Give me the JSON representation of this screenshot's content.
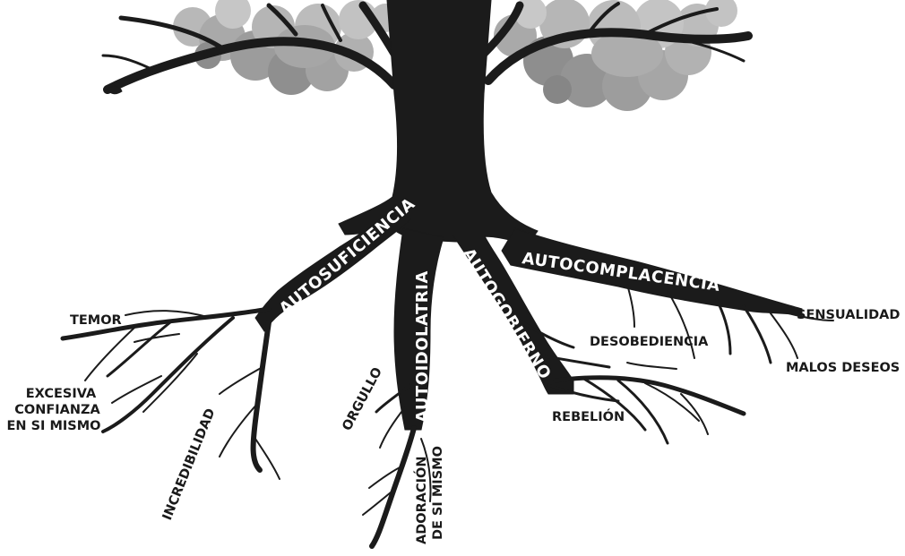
{
  "colors": {
    "trunk": "#1b1b1b",
    "foliage_light": "#b5b5b5",
    "foliage_mid": "#9a9a9a",
    "foliage_dark": "#7a7a7a",
    "root_text": "#ffffff",
    "label_text": "#1a1a1a"
  },
  "main_roots": {
    "autosuficiencia": "AUTOSUFICIENCIA",
    "autoidolatria": "AUTOIDOLATRIA",
    "autogobierno": "AUTOGOBIERNO",
    "autocomplacencia": "AUTOCOMPLACENCIA"
  },
  "sub_roots": {
    "temor": "TEMOR",
    "excesiva_line1": "EXCESIVA",
    "excesiva_line2": "CONFIANZA",
    "excesiva_line3": "EN SI MISMO",
    "incredibilidad": "INCREDIBILIDAD",
    "orgullo": "ORGULLO",
    "adoracion_line1": "ADORACIÓN",
    "adoracion_line2": "DE SI MISMO",
    "rebelion": "REBELIÓN",
    "desobediencia": "DESOBEDIENCIA",
    "sensualidad": "SENSUALIDAD",
    "malos_deseos": "MALOS DESEOS"
  }
}
